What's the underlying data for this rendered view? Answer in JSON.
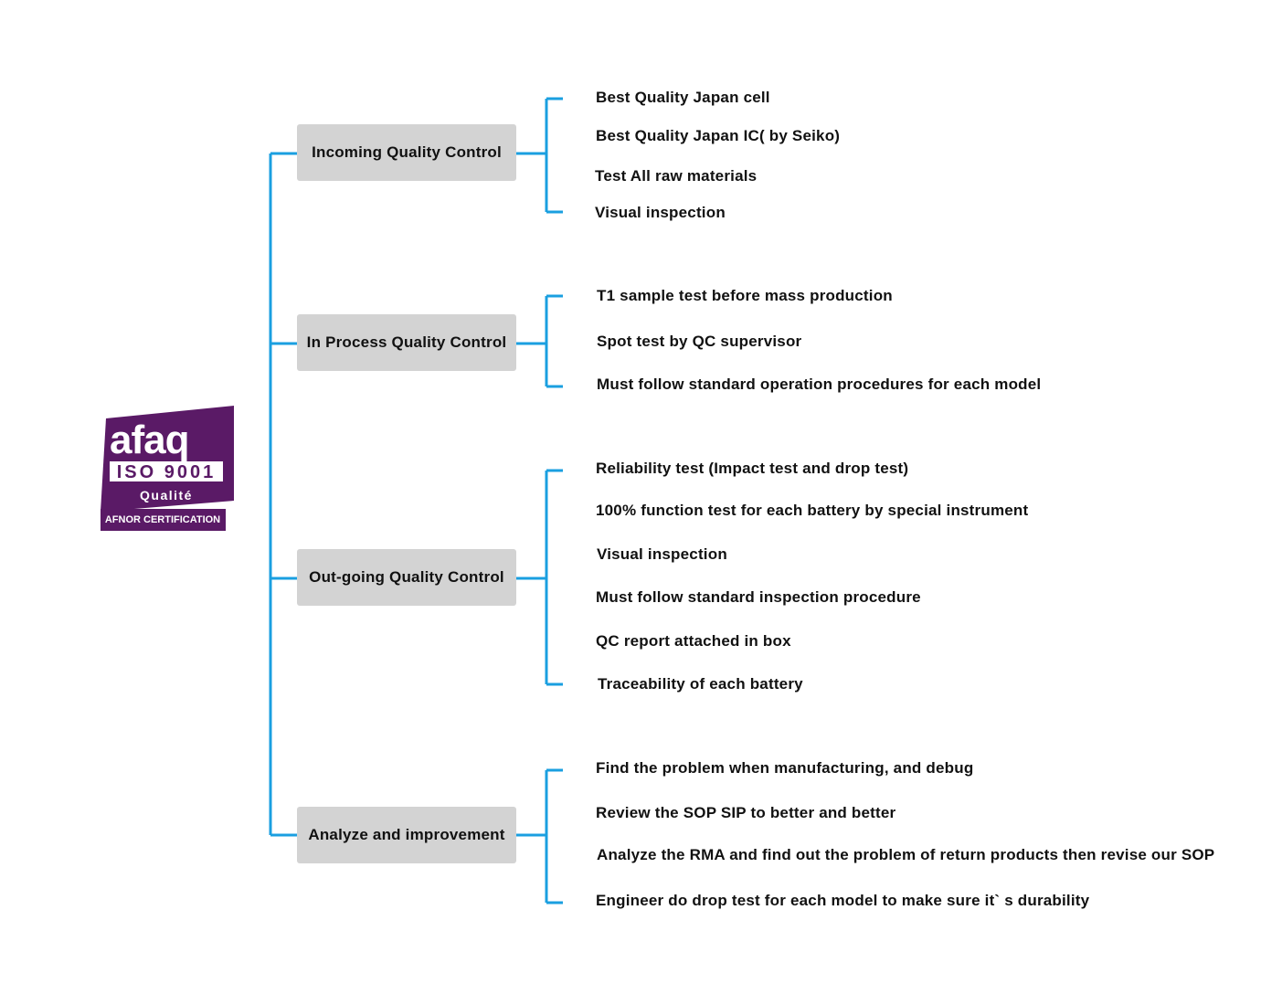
{
  "logo": {
    "brand": "afaq",
    "standard": "ISO 9001",
    "quality": "Qualité",
    "certifier": "AFNOR CERTIFICATION",
    "color": "#5a1a66"
  },
  "connector_color": "#1a9fe0",
  "categories": [
    {
      "label": "Incoming Quality Control",
      "items": [
        "Best Quality Japan cell",
        "Best Quality Japan IC( by Seiko)",
        "Test All raw materials",
        "Visual inspection"
      ]
    },
    {
      "label": "In Process Quality Control",
      "items": [
        "T1 sample test before mass production",
        "Spot test by QC supervisor",
        "Must follow standard operation procedures for each model"
      ]
    },
    {
      "label": "Out-going Quality Control",
      "items": [
        "Reliability test (Impact test and drop test)",
        "100% function test for each battery by special instrument",
        "Visual inspection",
        "Must follow standard inspection procedure",
        "QC report attached in box",
        "Traceability of each battery"
      ]
    },
    {
      "label": "Analyze and improvement",
      "items": [
        "Find the problem when manufacturing, and debug",
        "Review the SOP SIP to better and better",
        "Analyze the RMA and find out the problem of return products then revise our SOP",
        "Engineer do drop test for each model to make sure it` s durability"
      ]
    }
  ]
}
